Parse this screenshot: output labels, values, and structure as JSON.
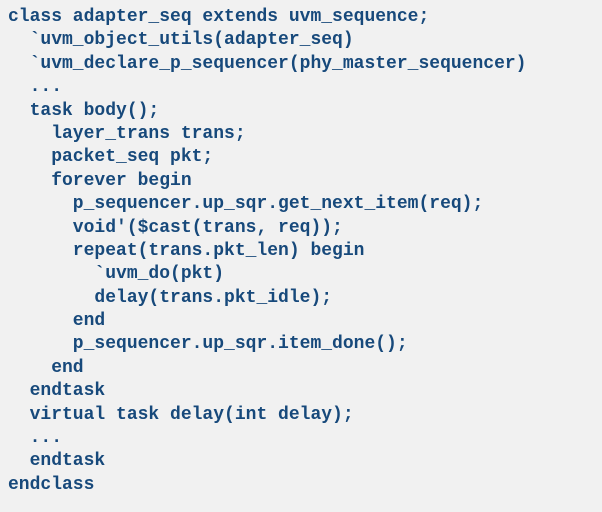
{
  "theme": {
    "bg": "#f1f1f1",
    "text": "#17497b"
  },
  "code": {
    "language": "systemverilog-uvm",
    "lines": [
      "class adapter_seq extends uvm_sequence;",
      "  `uvm_object_utils(adapter_seq)",
      "  `uvm_declare_p_sequencer(phy_master_sequencer)",
      "  ...",
      "  task body();",
      "    layer_trans trans;",
      "    packet_seq pkt;",
      "    forever begin",
      "      p_sequencer.up_sqr.get_next_item(req);",
      "      void'($cast(trans, req));",
      "      repeat(trans.pkt_len) begin",
      "        `uvm_do(pkt)",
      "        delay(trans.pkt_idle);",
      "      end",
      "      p_sequencer.up_sqr.item_done();",
      "    end",
      "  endtask",
      "  virtual task delay(int delay);",
      "  ...",
      "  endtask",
      "endclass"
    ]
  }
}
